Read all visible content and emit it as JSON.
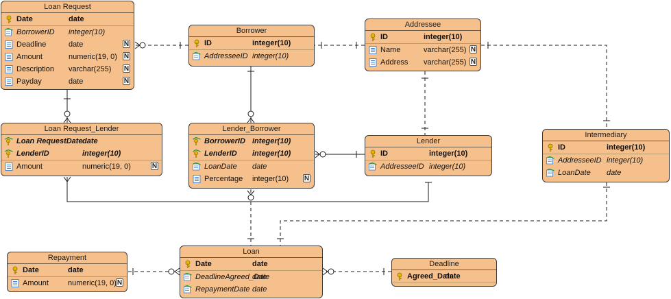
{
  "entities": {
    "loan_request": {
      "title": "Loan Request",
      "columns": [
        {
          "name": "Date",
          "type": "date",
          "key": "pk",
          "nullable": false
        },
        {
          "name": "BorrowerID",
          "type": "integer(10)",
          "key": "fk",
          "nullable": false
        },
        {
          "name": "Deadline",
          "type": "date",
          "key": "",
          "nullable": true
        },
        {
          "name": "Amount",
          "type": "numeric(19, 0)",
          "key": "",
          "nullable": true
        },
        {
          "name": "Description",
          "type": "varchar(255)",
          "key": "",
          "nullable": true
        },
        {
          "name": "Payday",
          "type": "date",
          "key": "",
          "nullable": true
        }
      ]
    },
    "borrower": {
      "title": "Borrower",
      "columns": [
        {
          "name": "ID",
          "type": "integer(10)",
          "key": "pk",
          "nullable": false
        },
        {
          "name": "AddresseeID",
          "type": "integer(10)",
          "key": "fk",
          "nullable": false
        }
      ]
    },
    "addressee": {
      "title": "Addressee",
      "columns": [
        {
          "name": "ID",
          "type": "integer(10)",
          "key": "pk",
          "nullable": false
        },
        {
          "name": "Name",
          "type": "varchar(255)",
          "key": "",
          "nullable": true
        },
        {
          "name": "Address",
          "type": "varchar(255)",
          "key": "",
          "nullable": true
        }
      ]
    },
    "loan_request_lender": {
      "title": "Loan Request_Lender",
      "columns": [
        {
          "name": "Loan RequestDate",
          "type": "date",
          "key": "pfk",
          "nullable": false
        },
        {
          "name": "LenderID",
          "type": "integer(10)",
          "key": "pfk",
          "nullable": false
        },
        {
          "name": "Amount",
          "type": "numeric(19, 0)",
          "key": "",
          "nullable": true
        }
      ]
    },
    "lender_borrower": {
      "title": "Lender_Borrower",
      "columns": [
        {
          "name": "BorrowerID",
          "type": "integer(10)",
          "key": "pfk",
          "nullable": false
        },
        {
          "name": "LenderID",
          "type": "integer(10)",
          "key": "pfk",
          "nullable": false
        },
        {
          "name": "LoanDate",
          "type": "date",
          "key": "fk",
          "nullable": false
        },
        {
          "name": "Percentage",
          "type": "integer(10)",
          "key": "",
          "nullable": true
        }
      ]
    },
    "lender": {
      "title": "Lender",
      "columns": [
        {
          "name": "ID",
          "type": "integer(10)",
          "key": "pk",
          "nullable": false
        },
        {
          "name": "AddresseeID",
          "type": "integer(10)",
          "key": "fk",
          "nullable": false
        }
      ]
    },
    "intermediary": {
      "title": "Intermediary",
      "columns": [
        {
          "name": "ID",
          "type": "integer(10)",
          "key": "pk",
          "nullable": false
        },
        {
          "name": "AddresseeID",
          "type": "integer(10)",
          "key": "fk",
          "nullable": false
        },
        {
          "name": "LoanDate",
          "type": "date",
          "key": "fk",
          "nullable": false
        }
      ]
    },
    "repayment": {
      "title": "Repayment",
      "columns": [
        {
          "name": "Date",
          "type": "date",
          "key": "pk",
          "nullable": false
        },
        {
          "name": "Amount",
          "type": "numeric(19, 0)",
          "key": "",
          "nullable": true
        }
      ]
    },
    "loan": {
      "title": "Loan",
      "columns": [
        {
          "name": "Date",
          "type": "date",
          "key": "pk",
          "nullable": false
        },
        {
          "name": "DeadlineAgreed_Date",
          "type": "date",
          "key": "fk",
          "nullable": false
        },
        {
          "name": "RepaymentDate",
          "type": "date",
          "key": "fk",
          "nullable": false
        }
      ]
    },
    "deadline": {
      "title": "Deadline",
      "columns": [
        {
          "name": "Agreed_Date",
          "type": "date",
          "key": "pk",
          "nullable": false
        }
      ]
    }
  },
  "nullable_badge": "N",
  "colors": {
    "entity_fill": "#f6c08c",
    "entity_border": "#3a3a3a",
    "line": "#1a1a1a",
    "key_icon": "#e8b800",
    "column_icon": "#3a7fd0"
  }
}
